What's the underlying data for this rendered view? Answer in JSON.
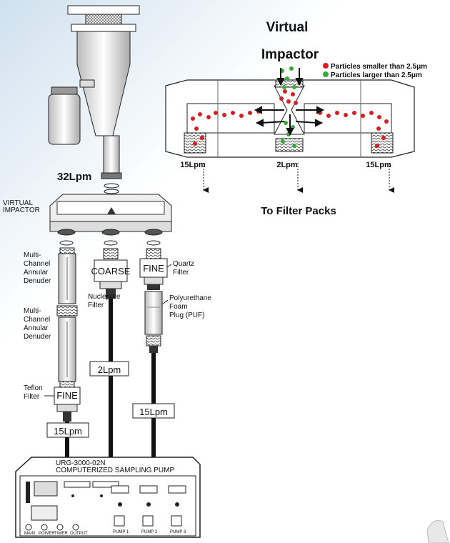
{
  "virtual_impactor_diagram": {
    "title_line1": "Virtual",
    "title_line2": "Impactor",
    "legend": [
      {
        "label": "Particles smaller than 2.5μm",
        "color": "#d81e1e"
      },
      {
        "label": "Particles larger than 2.5μm",
        "color": "#3aa83a"
      }
    ],
    "flows": [
      "15Lpm",
      "2Lpm",
      "15Lpm"
    ],
    "outlet_label": "To Filter Packs"
  },
  "sampler": {
    "inlet_flow": "32Lpm",
    "impactor_label_line1": "VIRTUAL",
    "impactor_label_line2": "IMPACTOR",
    "left_train": {
      "denuder1": [
        "Multi-",
        "Channel",
        "Annular",
        "Denuder"
      ],
      "denuder2": [
        "Multi-",
        "Channel",
        "Annular",
        "Denuder"
      ],
      "teflon": [
        "Teflon",
        "Filter"
      ],
      "teflon_pack": "FINE",
      "flow": "15Lpm"
    },
    "middle_train": {
      "pack": "COARSE",
      "filter": [
        "Nuclepore",
        "Filter"
      ],
      "flow": "2Lpm"
    },
    "right_train": {
      "pack": "FINE",
      "quartz": [
        "Quartz",
        "Filter"
      ],
      "puf": [
        "Polyurethane",
        "Foam",
        "Plug (PUF)"
      ],
      "flow": "15Lpm"
    },
    "pump": {
      "title_line1": "URG-3000-02N",
      "title_line2": "COMPUTERIZED SAMPLING PUMP",
      "panel_labels": [
        "MAIN",
        "POWER",
        "TIMER",
        "OUTPUT",
        "PUMP 1",
        "PUMP 2",
        "PUMP 3"
      ]
    }
  }
}
